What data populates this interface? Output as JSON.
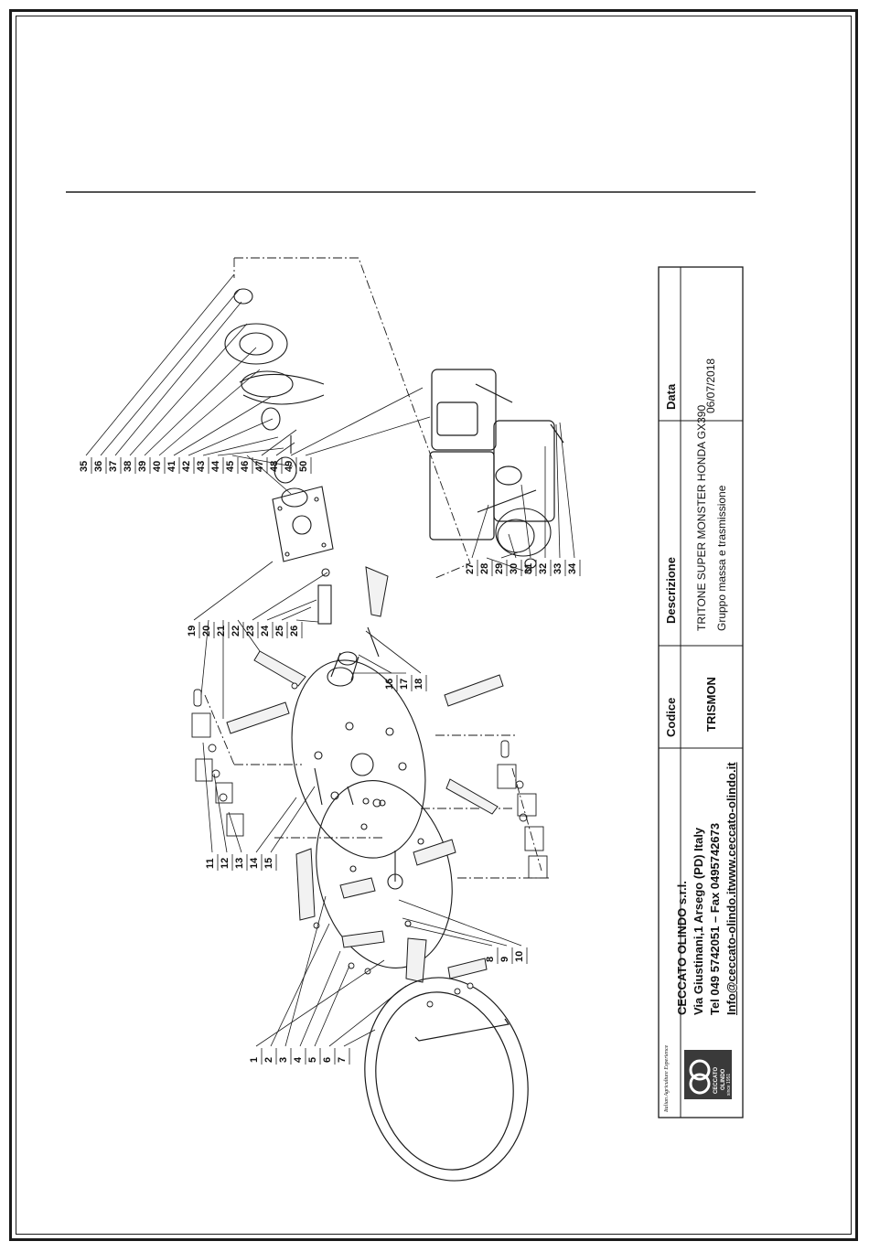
{
  "title_block": {
    "headers": {
      "codice": "Codice",
      "descrizione": "Descrizione",
      "data": "Data"
    },
    "codice": "TRISMON",
    "descrizione_line1": "TRITONE SUPER MONSTER HONDA GX390",
    "descrizione_line2": "Gruppo massa e trasmissione",
    "data": "06/07/2018"
  },
  "company": {
    "name": "CECCATO OLINDO s.r.l.",
    "address": "Via Giustinani,1 Arsego (PD) Italy",
    "phone": "Tel 049 5742051 – Fax 0495742673",
    "web": "Info@ceccato-olindo.itwww.ceccato-olindo.it",
    "tagline": "Italian Agriculture Experience",
    "logo_text": "CECCATO",
    "logo_sub": "OLINDO",
    "since": "since 1951"
  },
  "callouts": {
    "left": [
      "1",
      "2",
      "3",
      "4",
      "5",
      "6",
      "7"
    ],
    "bottom": [
      "8",
      "9",
      "10"
    ],
    "upper_left": [
      "11",
      "12",
      "13",
      "14",
      "15"
    ],
    "middle": [
      "16",
      "17",
      "18"
    ],
    "top_mid": [
      "19",
      "20",
      "21",
      "22",
      "23",
      "24",
      "25",
      "26"
    ],
    "engine": [
      "27",
      "28",
      "29",
      "30",
      "31",
      "32",
      "33",
      "34"
    ],
    "top_right": [
      "35",
      "36",
      "37",
      "38",
      "39",
      "40",
      "41",
      "42",
      "43",
      "44",
      "45",
      "46",
      "47",
      "48",
      "49",
      "50"
    ]
  },
  "colors": {
    "line": "#1a1a1a",
    "logo_bg": "#3a3a3a"
  }
}
